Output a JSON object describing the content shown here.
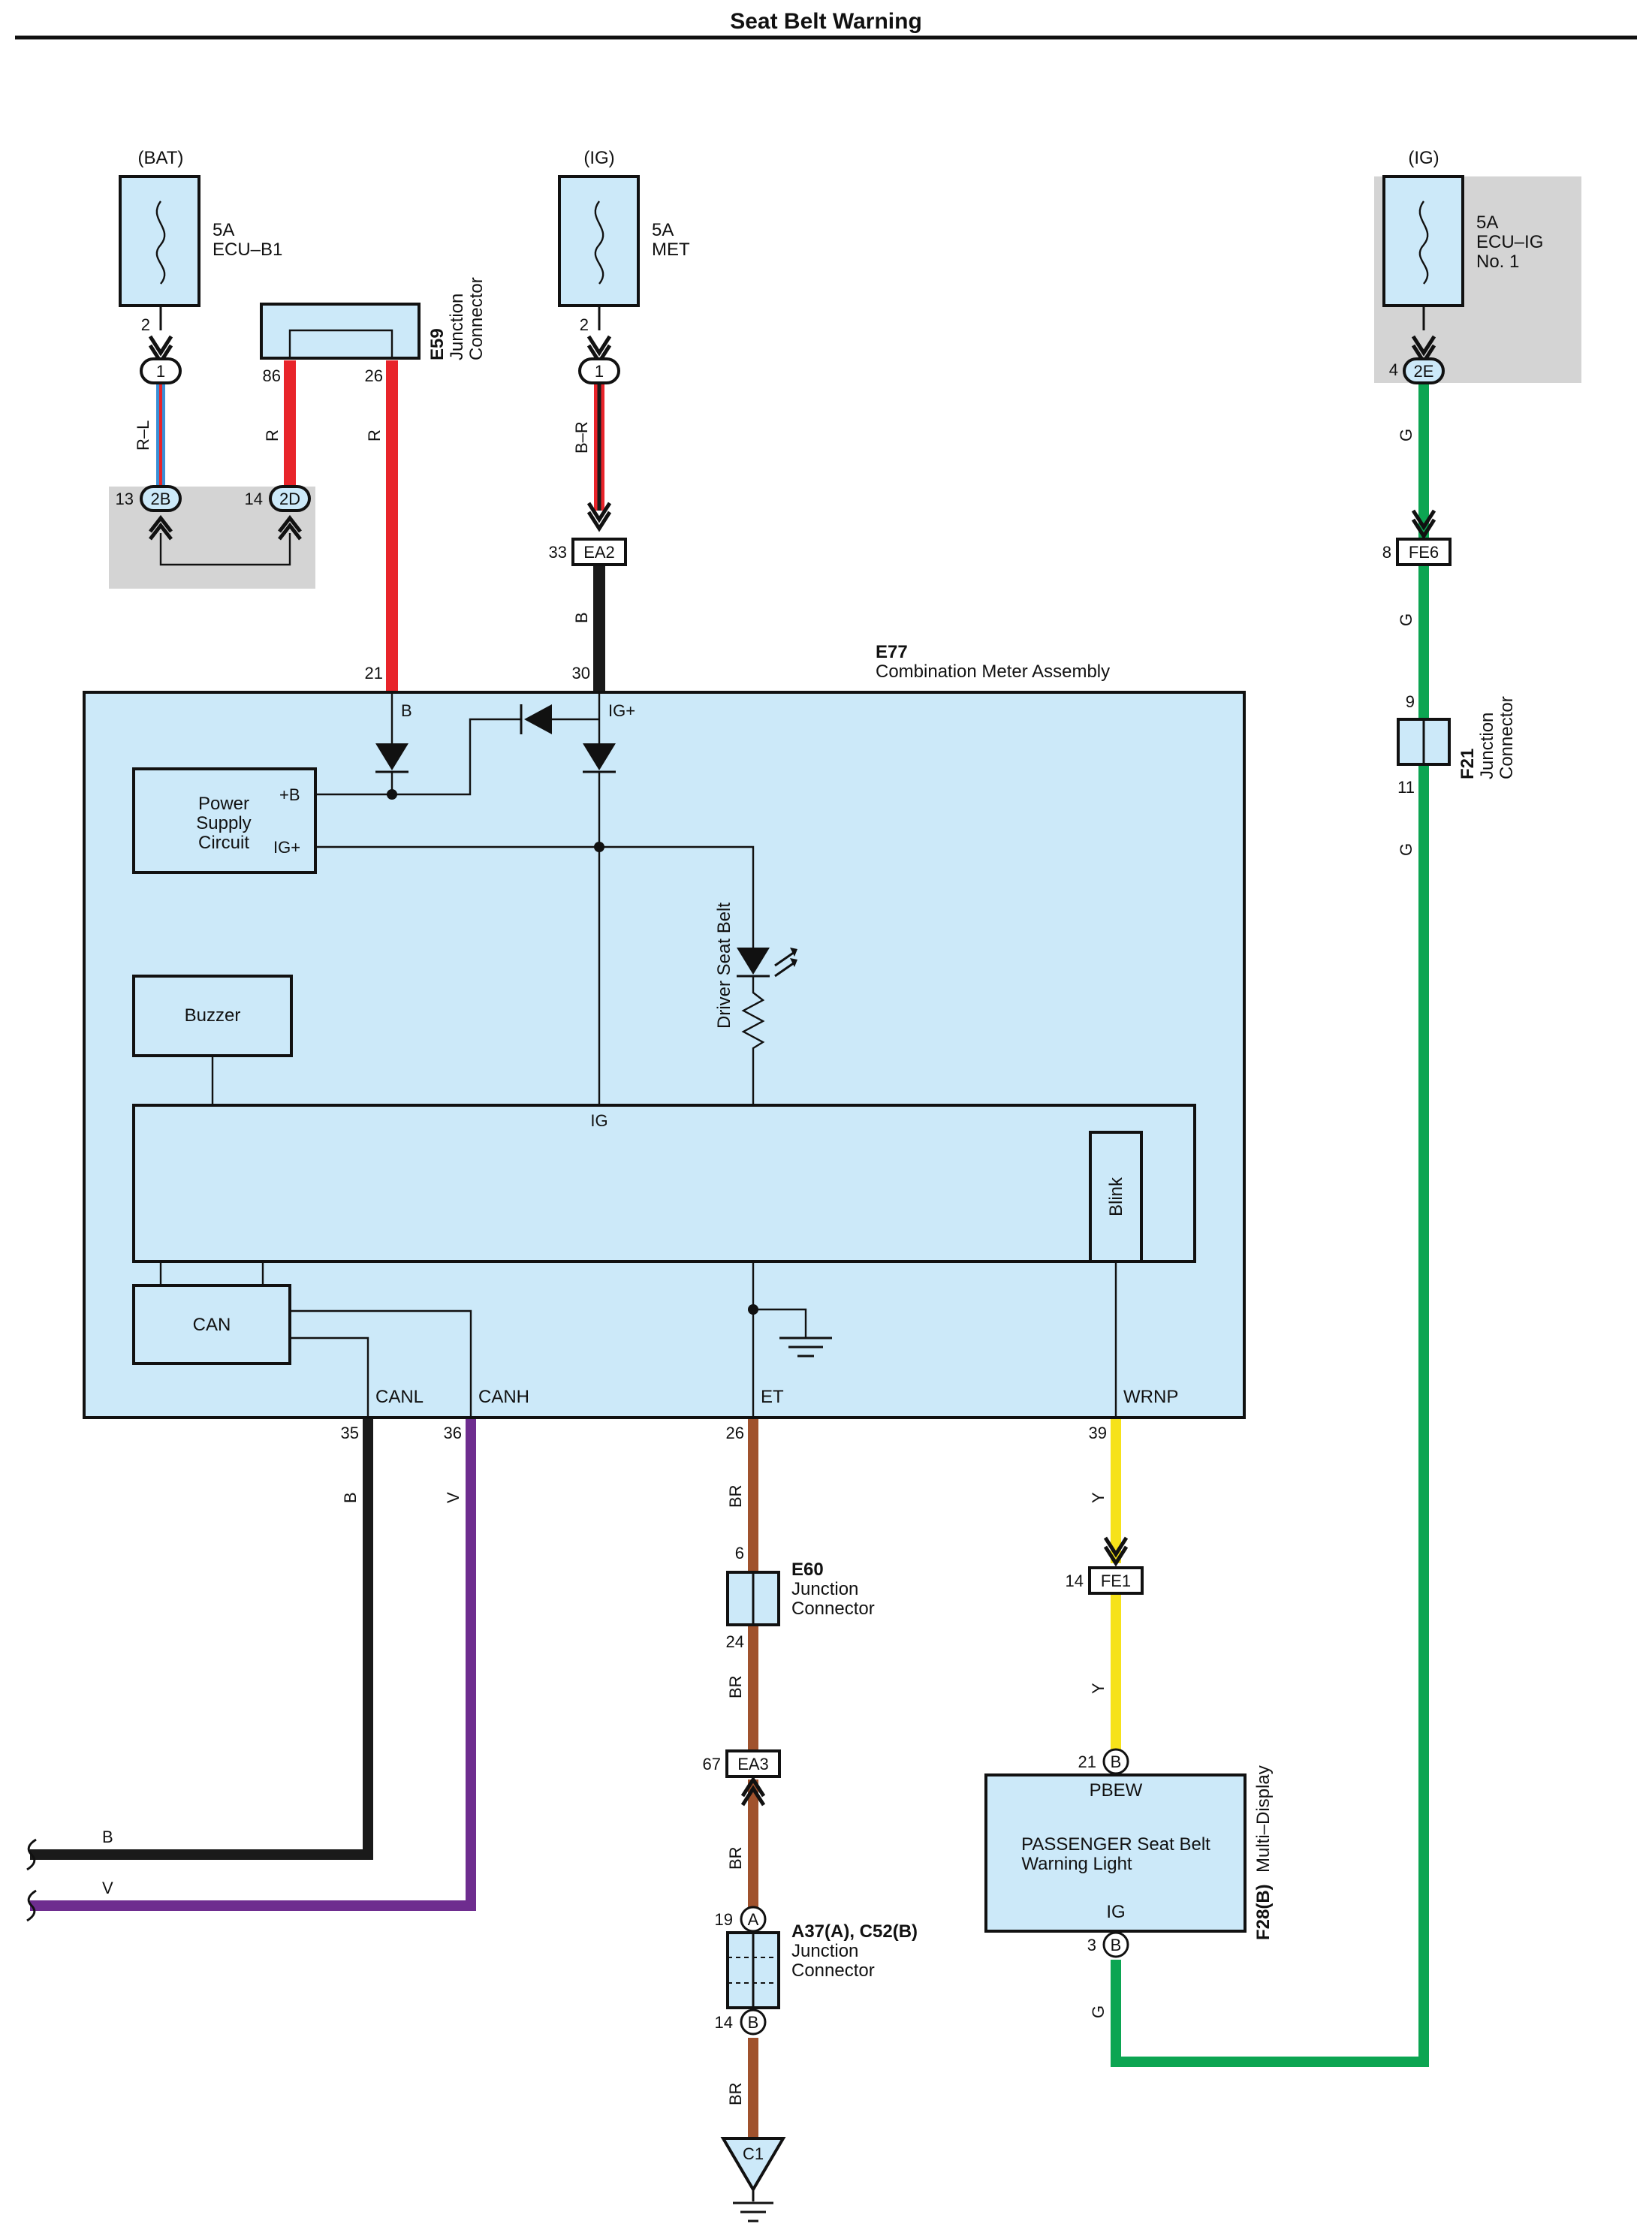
{
  "title": "Seat Belt Warning",
  "colors": {
    "red": "#e8242a",
    "black": "#1a1a1a",
    "green": "#0ca552",
    "brown": "#a0522d",
    "yellow": "#f6e21a",
    "purple": "#6e2d8f",
    "blue": "#3a8fd6",
    "block": "#cce9f9",
    "gray": "#d4d4d4"
  },
  "power": {
    "bat": "(BAT)",
    "ig1": "(IG)",
    "ig2": "(IG)"
  },
  "fuses": {
    "ecu_b1": {
      "amp": "5A",
      "name": "ECU–B1"
    },
    "met": {
      "amp": "5A",
      "name": "MET"
    },
    "ecu_ig": {
      "amp": "5A",
      "line1": "ECU–IG",
      "line2": "No. 1"
    }
  },
  "connectors": {
    "e59": {
      "id": "E59",
      "line1": "Junction",
      "line2": "Connector",
      "pin_left": "86",
      "pin_right": "26"
    },
    "e60": {
      "id": "E60",
      "line1": "Junction",
      "line2": "Connector",
      "pin_top": "6",
      "pin_bottom": "24"
    },
    "f21": {
      "id": "F21",
      "line1": "Junction",
      "line2": "Connector",
      "pin_top": "9",
      "pin_bottom": "11"
    },
    "a37": {
      "id": "A37(A), C52(B)",
      "line1": "Junction",
      "line2": "Connector",
      "pin_top": "19",
      "letter_top": "A",
      "pin_bottom": "14",
      "letter_bottom": "B"
    },
    "ea2": {
      "id": "EA2",
      "pin": "33"
    },
    "fe6": {
      "id": "FE6",
      "pin": "8"
    },
    "fe1": {
      "id": "FE1",
      "pin": "14"
    },
    "ea3": {
      "id": "EA3",
      "pin": "67"
    },
    "c1": {
      "id": "C1"
    }
  },
  "terminals": {
    "bat_fuse_pin": "2",
    "bat_conn": "1",
    "met_fuse_pin": "2",
    "met_conn": "1",
    "ig_pin": "4",
    "ig_conn": "2E",
    "b2_pin": "13",
    "b2_conn": "2B",
    "d2_pin": "14",
    "d2_conn": "2D"
  },
  "wires": {
    "rl": "R–L",
    "r1": "R",
    "r2": "R",
    "br_b_r": "B–R",
    "b_ea2": "B",
    "g1": "G",
    "g2": "G",
    "g3": "G",
    "g4": "G",
    "b_canl": "B",
    "v_canh": "V",
    "br1": "BR",
    "br2": "BR",
    "br3": "BR",
    "br4": "BR",
    "y1": "Y",
    "y2": "Y",
    "b_out": "B",
    "v_out": "V"
  },
  "meter": {
    "id": "E77",
    "name": "Combination Meter Assembly",
    "pin_b": "21",
    "pin_ig": "30",
    "lbl_b": "B",
    "lbl_ig": "IG+",
    "psu_line1": "Power",
    "psu_line2": "Supply",
    "psu_line3": "Circuit",
    "psu_plus_b": "+B",
    "psu_ig": "IG+",
    "buzzer": "Buzzer",
    "ig_bus": "IG",
    "blink": "Blink",
    "can": "CAN",
    "lamp": "Driver Seat Belt",
    "canl": "CANL",
    "canh": "CANH",
    "et": "ET",
    "wrnp": "WRNP",
    "pin_canl": "35",
    "pin_canh": "36",
    "pin_et": "26",
    "pin_wrnp": "39"
  },
  "display": {
    "id": "F28(B)",
    "name": "Multi–Display",
    "pbew": "PBEW",
    "line1": "PASSENGER Seat Belt",
    "line2": "Warning Light",
    "ig": "IG",
    "pin_top": "21",
    "letter_top": "B",
    "pin_bottom": "3",
    "letter_bottom": "B"
  }
}
